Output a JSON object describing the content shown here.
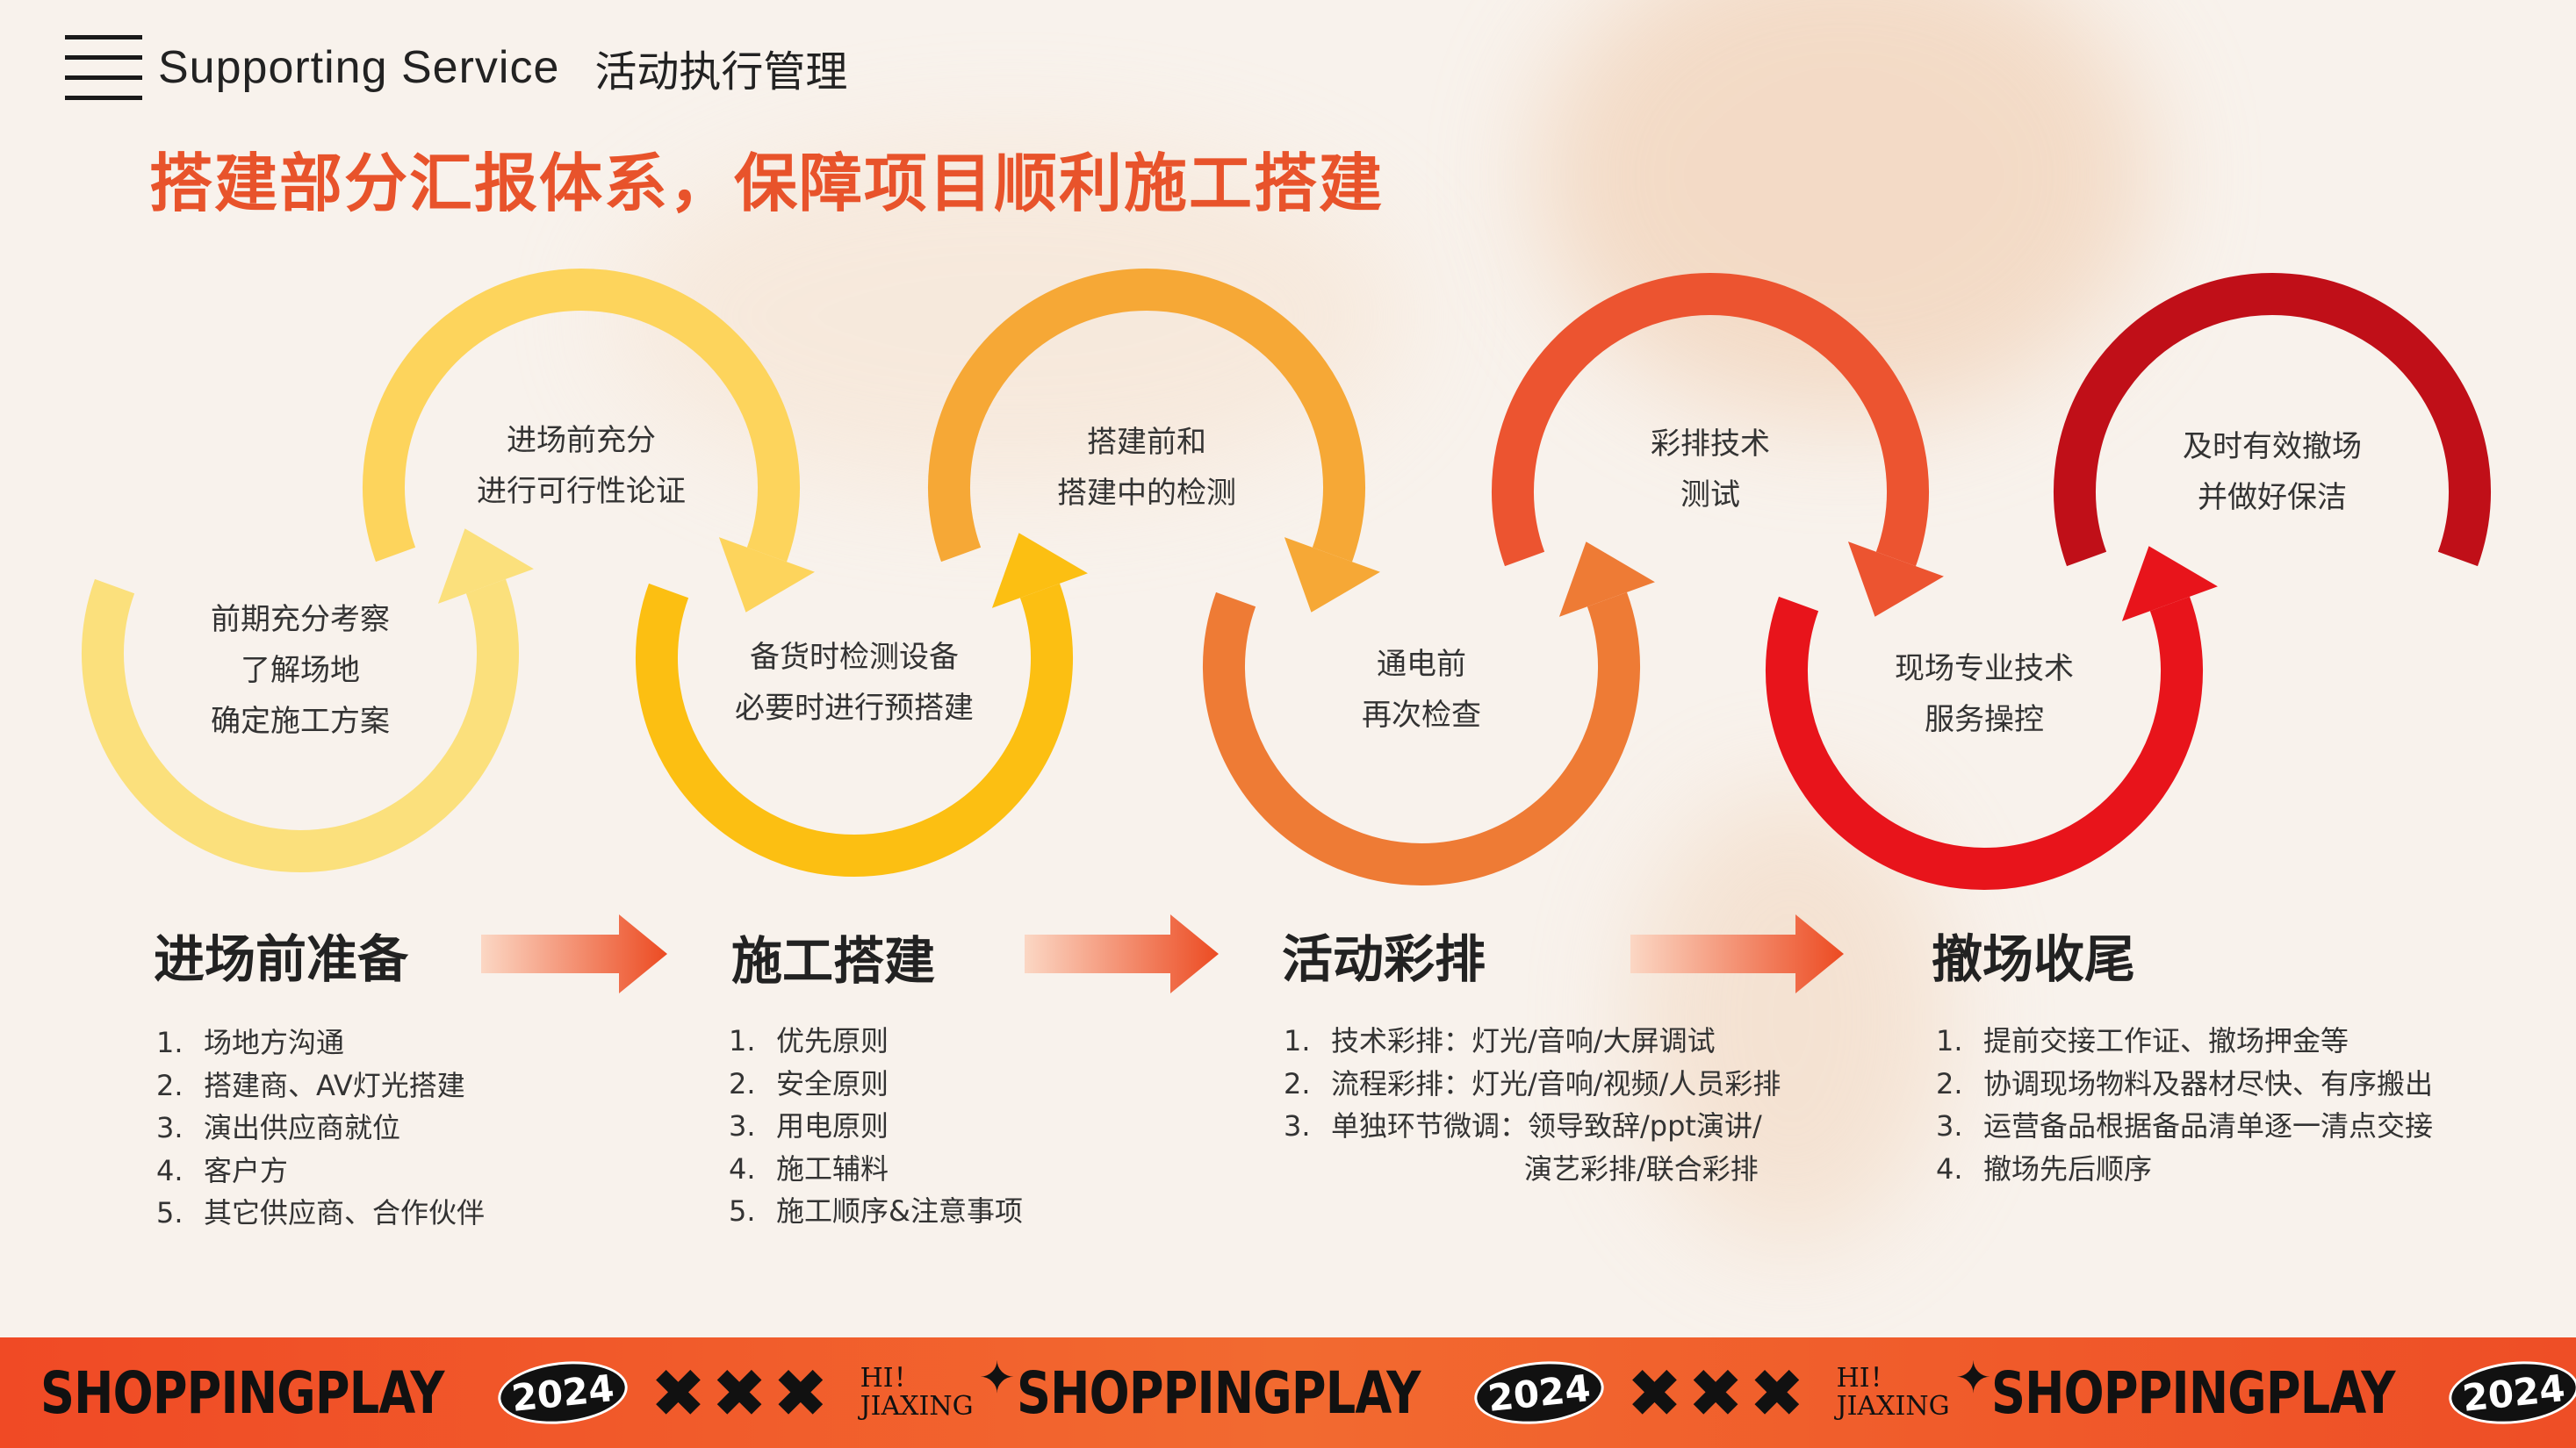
{
  "header": {
    "subtitle_en": "Supporting Service",
    "subtitle_cn": "活动执行管理",
    "title": "搭建部分汇报体系，保障项目顺利施工搭建"
  },
  "loops": [
    {
      "lines": [
        "前期充分考察",
        "了解场地",
        "确定施工方案"
      ],
      "color": "#fbe07c"
    },
    {
      "lines": [
        "进场前充分",
        "进行可行性论证"
      ],
      "color": "#fdd45c"
    },
    {
      "lines": [
        "备货时检测设备",
        "必要时进行预搭建"
      ],
      "color": "#fcbf12"
    },
    {
      "lines": [
        "搭建前和",
        "搭建中的检测"
      ],
      "color": "#f6a836"
    },
    {
      "lines": [
        "通电前",
        "再次检查"
      ],
      "color": "#ee7b35"
    },
    {
      "lines": [
        "彩排技术",
        "测试"
      ],
      "color": "#ec5430"
    },
    {
      "lines": [
        "现场专业技术",
        "服务操控"
      ],
      "color": "#e8141b"
    },
    {
      "lines": [
        "及时有效撤场",
        "并做好保洁"
      ],
      "color": "#c00f18"
    }
  ],
  "stages": [
    {
      "title": "进场前准备",
      "items": [
        "场地方沟通",
        "搭建商、AV灯光搭建",
        "演出供应商就位",
        "客户方",
        "其它供应商、合作伙伴"
      ]
    },
    {
      "title": "施工搭建",
      "items": [
        "优先原则",
        "安全原则",
        "用电原则",
        "施工辅料",
        "施工顺序&注意事项"
      ]
    },
    {
      "title": "活动彩排",
      "items": [
        "技术彩排：灯光/音响/大屏调试",
        "流程彩排：灯光/音响/视频/人员彩排",
        "单独环节微调：领导致辞/ppt演讲/"
      ],
      "continuation": "演艺彩排/联合彩排"
    },
    {
      "title": "撤场收尾",
      "items": [
        "提前交接工作证、撤场押金等",
        "协调现场物料及器材尽快、有序搬出",
        "运营备品根据备品清单逐一清点交接",
        "撤场先后顺序"
      ]
    }
  ],
  "footer": {
    "brand": "SHOPPINGPLAY",
    "year": "2024",
    "xxx": "✖✖✖",
    "hi": "HI！",
    "city": "JIAXING"
  },
  "colors": {
    "title": "#e8532b",
    "footer": "#f04a25"
  }
}
